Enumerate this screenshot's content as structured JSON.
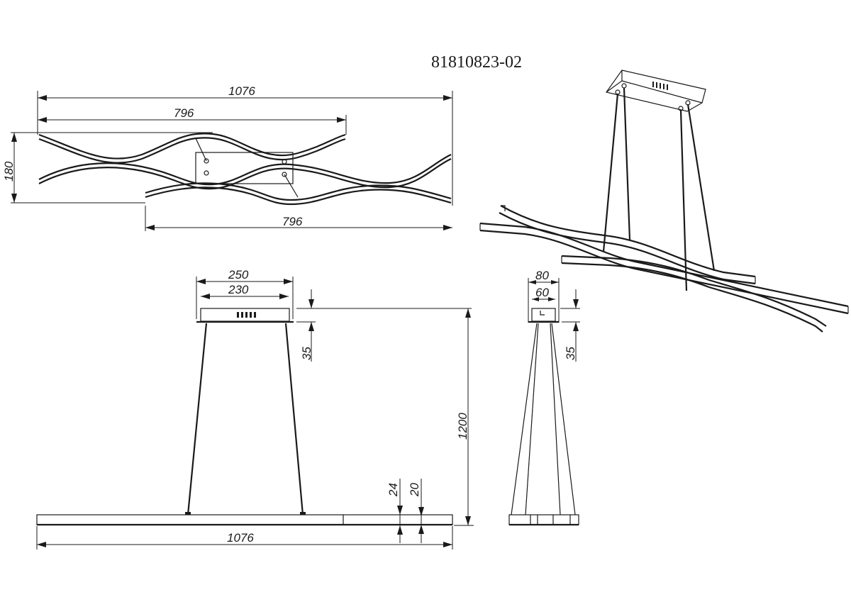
{
  "drawing": {
    "product_code": "81810823-02",
    "top_view": {
      "overall_width": "1076",
      "upper_wave_width": "796",
      "lower_wave_width": "796",
      "depth": "180"
    },
    "front_view": {
      "canopy_outer_width": "250",
      "canopy_inner_width": "230",
      "canopy_height": "35",
      "total_height": "1200",
      "bar_height_outer": "24",
      "bar_height_inner": "20",
      "bar_length": "1076"
    },
    "side_view": {
      "canopy_outer_depth": "80",
      "canopy_inner_depth": "60",
      "canopy_height": "35"
    },
    "colors": {
      "line": "#1a1a1a",
      "background": "#ffffff"
    }
  }
}
